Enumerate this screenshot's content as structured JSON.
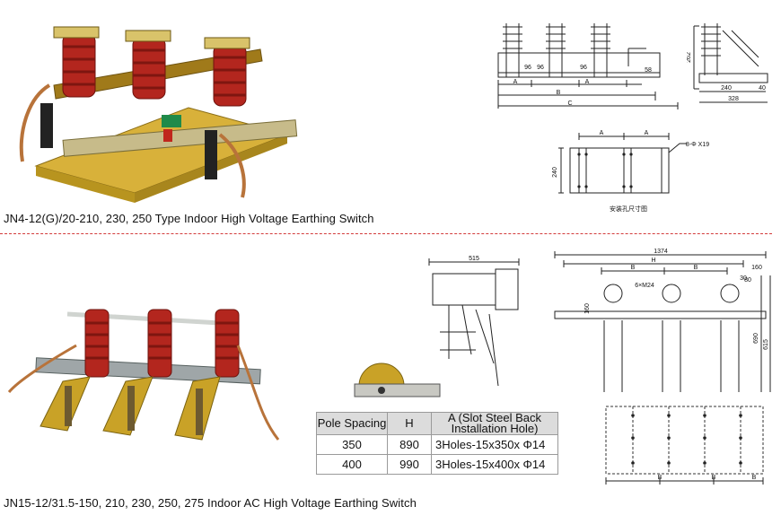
{
  "top_product": {
    "caption": "JN4-12(G)/20-210, 230, 250 Type Indoor High Voltage Earthing Switch",
    "drawing_front": {
      "labels": [
        "A",
        "A",
        "B",
        "C",
        "96",
        "96",
        "96",
        "58"
      ]
    },
    "drawing_side": {
      "labels": [
        "262",
        "240",
        "40",
        "328"
      ]
    },
    "drawing_mount": {
      "labels": [
        "A",
        "A",
        "8-Φ X19",
        "240"
      ],
      "caption": "安装孔尺寸图"
    }
  },
  "bottom_product": {
    "caption": "JN15-12/31.5-150, 210, 230, 250, 275 Indoor AC High Voltage Earthing Switch",
    "drawing_side": {
      "labels": [
        "515"
      ]
    },
    "drawing_front": {
      "labels": [
        "1374",
        "H",
        "B",
        "B",
        "160",
        "6×M24",
        "30",
        "160",
        "690",
        "615",
        "80"
      ]
    },
    "drawing_holes": {
      "labels": [
        "B",
        "B",
        "B"
      ]
    },
    "table": {
      "headers": {
        "pole_spacing": "Pole Spacing",
        "h": "H",
        "a": "A (Slot Steel Back Installation Hole)"
      },
      "rows": [
        {
          "pole_spacing": "350",
          "h": "890",
          "a": "3Holes-15x350x Φ14"
        },
        {
          "pole_spacing": "400",
          "h": "990",
          "a": "3Holes-15x400x Φ14"
        }
      ]
    }
  },
  "colors": {
    "insulator": "#b3261e",
    "frame": "#c9a227",
    "divider": "#d23b3b",
    "copper": "#b8733a"
  }
}
